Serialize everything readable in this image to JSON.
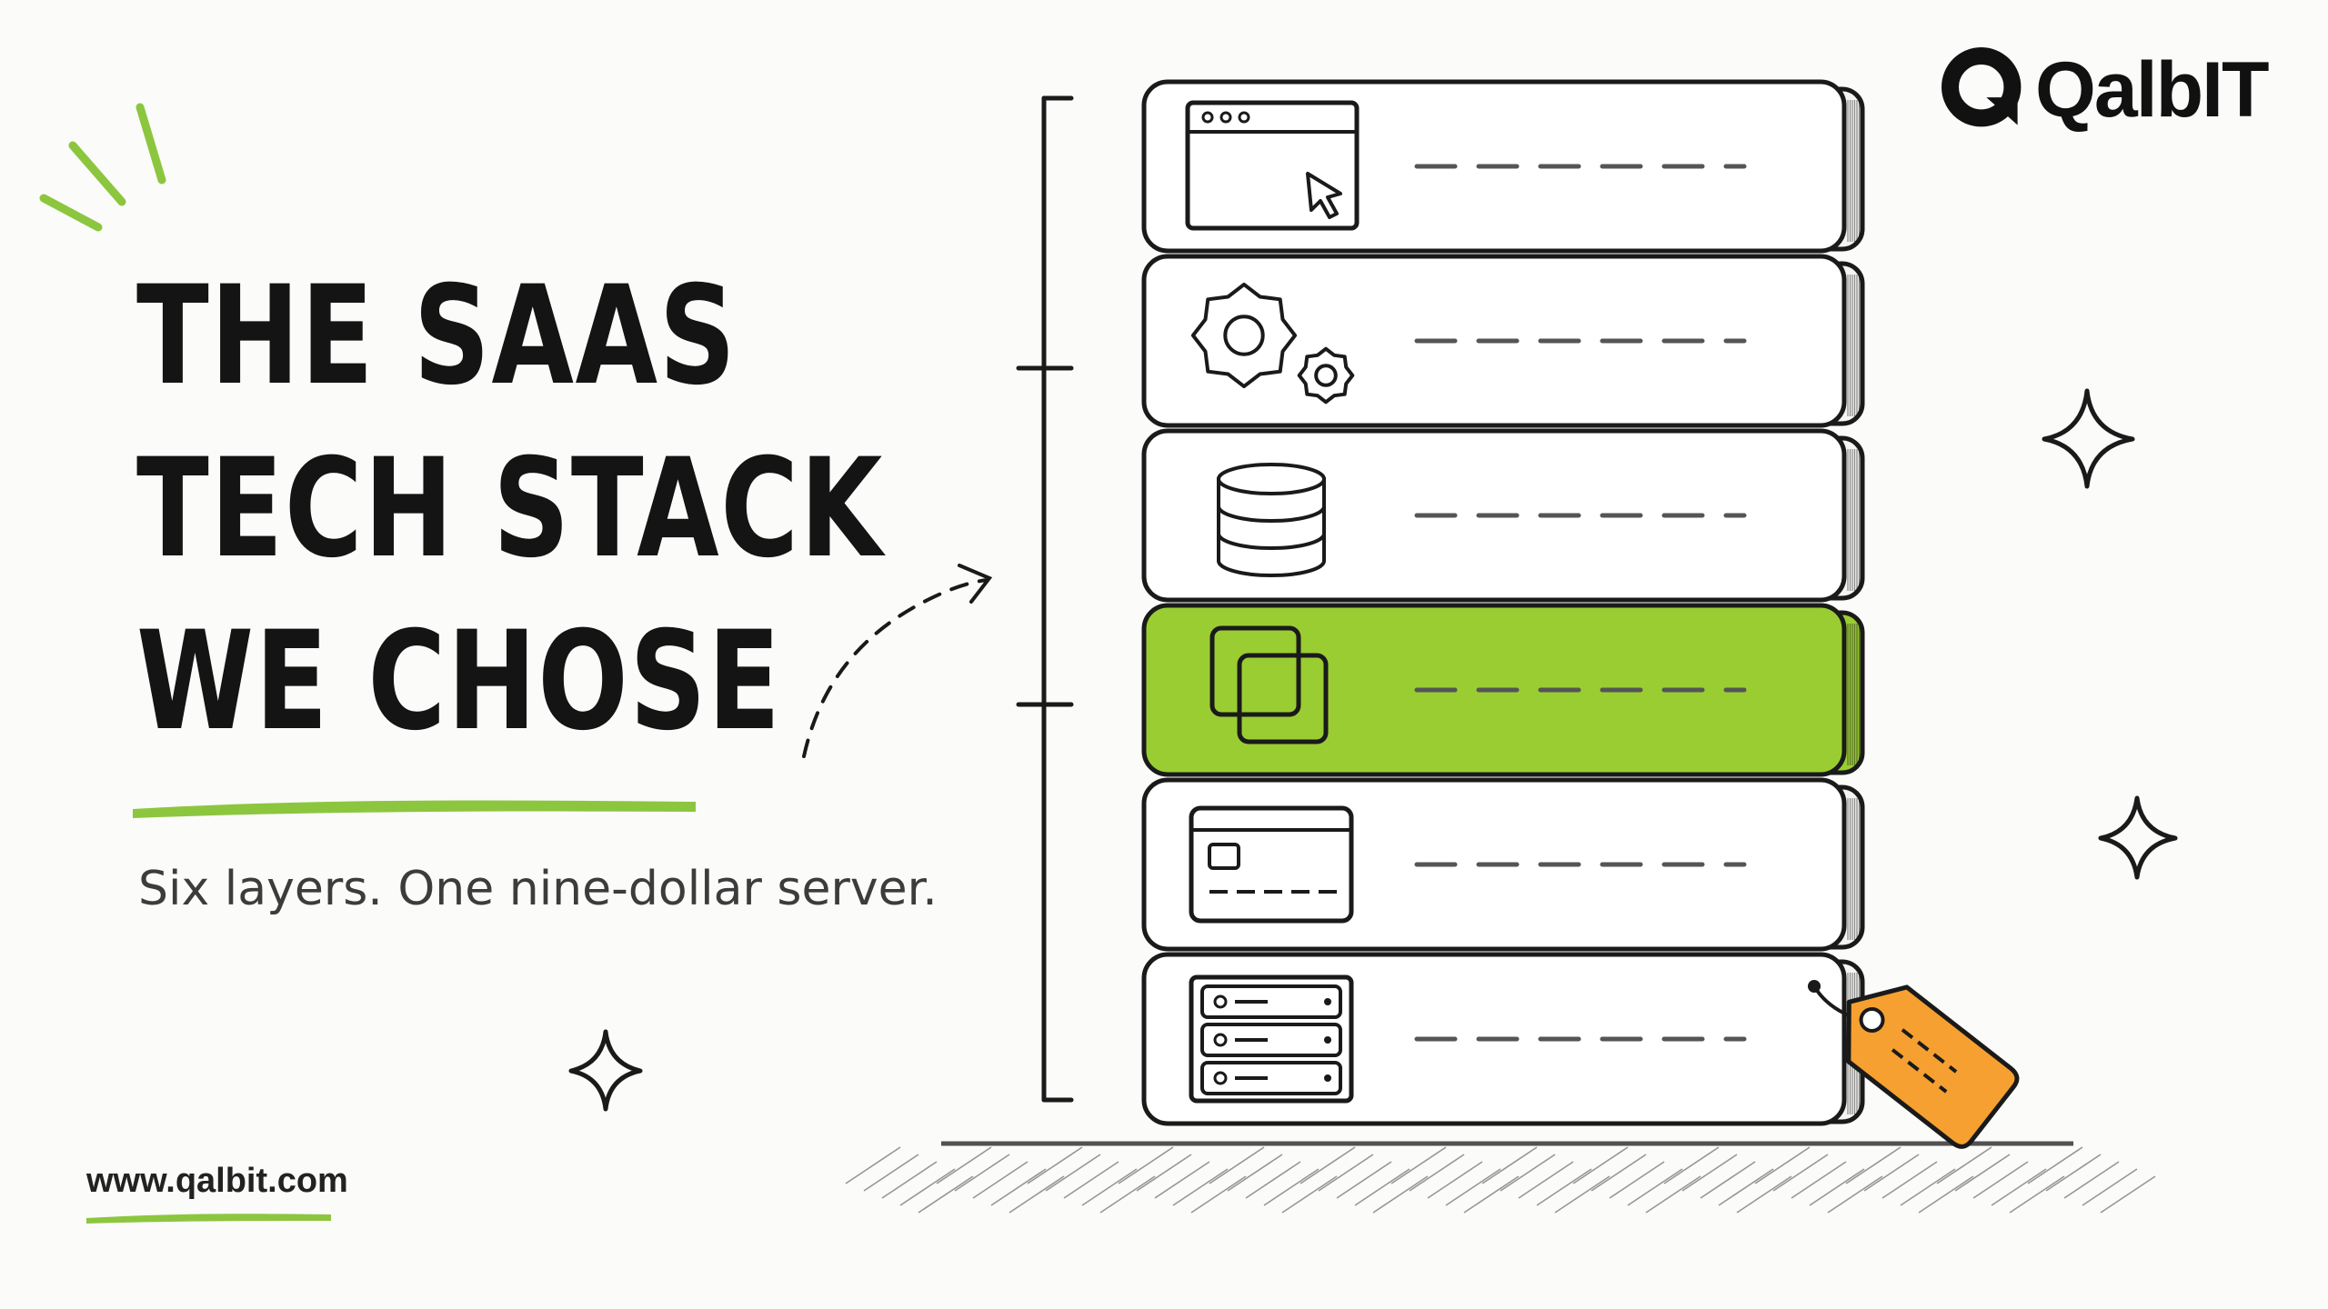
{
  "brand": {
    "name": "QalbIT",
    "logo_icon": "qalbit-logo-icon"
  },
  "headline": {
    "lines": [
      "THE SAAS",
      "TECH STACK",
      "WE CHOSE"
    ]
  },
  "subtitle": "Six layers. One nine-dollar server.",
  "website": "www.qalbit.com",
  "colors": {
    "accent": "#9acd32",
    "tag": "#f5a030",
    "ink": "#141414",
    "background": "#fbfbfa"
  },
  "stack": {
    "layer_count": 6,
    "highlighted_index": 3,
    "layers": [
      {
        "icon": "browser-window-icon"
      },
      {
        "icon": "gears-icon"
      },
      {
        "icon": "database-icon"
      },
      {
        "icon": "overlapping-squares-icon"
      },
      {
        "icon": "credit-card-icon"
      },
      {
        "icon": "server-rack-icon"
      }
    ]
  },
  "decorations": [
    "sparkle-icon",
    "sparkle-icon",
    "sparkle-icon",
    "price-tag-icon",
    "dashed-arrow-icon"
  ]
}
